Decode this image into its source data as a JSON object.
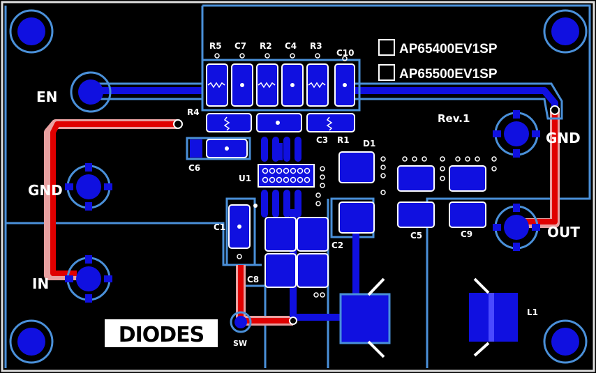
{
  "board": {
    "part_numbers": [
      "AP65400EV1SP",
      "AP65500EV1SP"
    ],
    "revision": "Rev.1",
    "logo": "DIODES",
    "colors": {
      "background": "#000000",
      "copper_outline": "#4a90d9",
      "pad_fill": "#1010e0",
      "top_trace": "#e00000",
      "trace_halo": "#e8a0a0",
      "silkscreen": "#ffffff"
    }
  },
  "terminals": {
    "en": "EN",
    "gnd_left": "GND",
    "in": "IN",
    "gnd_right": "GND",
    "out": "OUT",
    "sw": "SW"
  },
  "components": {
    "r5": "R5",
    "c7": "C7",
    "r2": "R2",
    "c4": "C4",
    "r3": "R3",
    "c10": "C10",
    "r4": "R4",
    "c3": "C3",
    "r1": "R1",
    "d1": "D1",
    "c6": "C6",
    "u1": "U1",
    "c1": "C1",
    "c2": "C2",
    "c8": "C8",
    "c5": "C5",
    "c9": "C9",
    "l1": "L1"
  }
}
